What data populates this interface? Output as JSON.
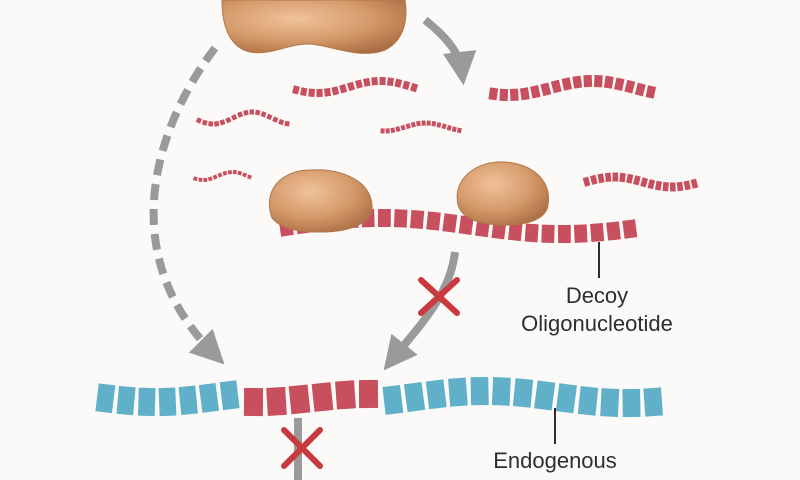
{
  "labels": {
    "decoy_line1": "Decoy",
    "decoy_line2": "Oligonucleotide",
    "endogenous": "Endogenous"
  },
  "colors": {
    "decoy_red": "#c8505e",
    "endogenous_blue": "#5fb0c8",
    "protein_tan": "#cf9868",
    "arrow_gray": "#9a9a9a",
    "block_red": "#c93a3f"
  }
}
